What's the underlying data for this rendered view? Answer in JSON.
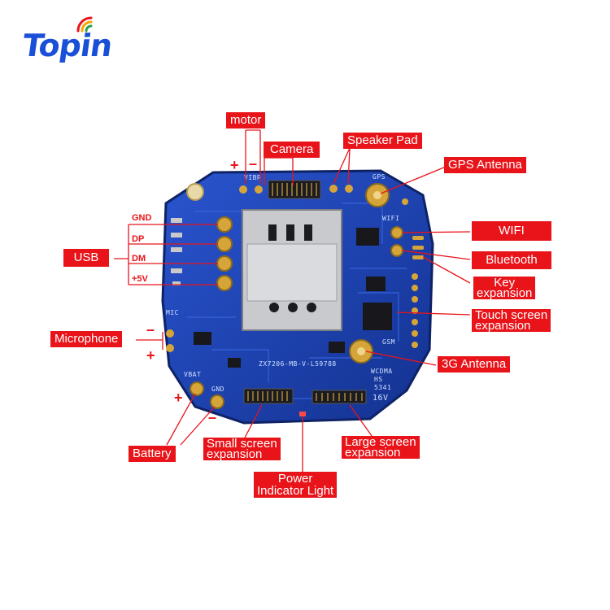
{
  "brand": {
    "logo_text": "Topin",
    "logo_color": "#1a4fd8",
    "wifi_colors": [
      "#e8141a",
      "#f5a400",
      "#2ea04d"
    ]
  },
  "colors": {
    "callout_bg": "#e8141a",
    "callout_text": "#ffffff",
    "leader": "#e8141a",
    "board": "#1d3fae",
    "board_edge": "#122a7a",
    "gold": "#d6a53a",
    "silkscreen": "#dfe9ff"
  },
  "callouts": {
    "motor": "motor",
    "camera": "Camera",
    "speaker_pad": "Speaker Pad",
    "gps_antenna": "GPS Antenna",
    "usb": "USB",
    "wifi": "WIFI",
    "bluetooth": "Bluetooth",
    "key_expansion_l1": "Key",
    "key_expansion_l2": "expansion",
    "touch_screen_l1": "Touch screen",
    "touch_screen_l2": "expansion",
    "microphone": "Microphone",
    "antenna_3g": "3G Antenna",
    "battery": "Battery",
    "small_screen_l1": "Small screen",
    "small_screen_l2": "expansion",
    "large_screen_l1": "Large screen",
    "large_screen_l2": "expansion",
    "power_l1": "Power",
    "power_l2": "Indicator Light"
  },
  "usb_pins": [
    "GND",
    "DP",
    "DM",
    "+5V"
  ],
  "polarity": {
    "plus": "+",
    "minus": "–"
  },
  "silkscreen": {
    "vibr": "VIBR",
    "gps": "GPS",
    "wifi": "WIFI",
    "mic": "MIC",
    "vbat": "VBAT",
    "gnd": "GND",
    "gsm": "GSM",
    "wcdma": "WCDMA",
    "hs": "HS",
    "code": "5341",
    "voltage": "16V",
    "board_id": "ZX7206-MB-V-L59788"
  }
}
